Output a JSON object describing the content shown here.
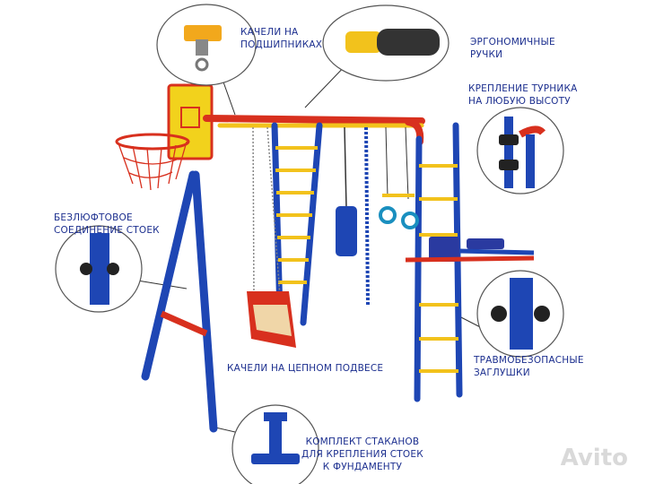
{
  "labels": {
    "bearing_swing": [
      "КАЧЕЛИ НА",
      "ПОДШИПНИКАХ"
    ],
    "ergonomic_handles": [
      "ЭРГОНОМИЧНЫЕ",
      "РУЧКИ"
    ],
    "bar_mount": [
      "КРЕПЛЕНИЕ ТУРНИКА",
      "НА ЛЮБУЮ ВЫСОТУ"
    ],
    "boltless": [
      "БЕЗЛЮФТОВОЕ",
      "СОЕДИНЕНИЕ СТОЕК"
    ],
    "safe_caps": [
      "ТРАВМОБЕЗОПАСНЫЕ",
      "ЗАГЛУШКИ"
    ],
    "chain_swing": "КАЧЕЛИ НА ЦЕПНОМ ПОДВЕСЕ",
    "anchor_kit": [
      "КОМПЛЕКТ СТАКАНОВ",
      "ДЛЯ КРЕПЛЕНИЯ СТОЕК",
      "К ФУНДАМЕНТУ"
    ]
  },
  "watermark": "Avito",
  "colors": {
    "frame_blue": "#1e46b4",
    "accent_red": "#d8301e",
    "rung_yellow": "#f2c21c",
    "label_blue": "#1c2f8f"
  }
}
